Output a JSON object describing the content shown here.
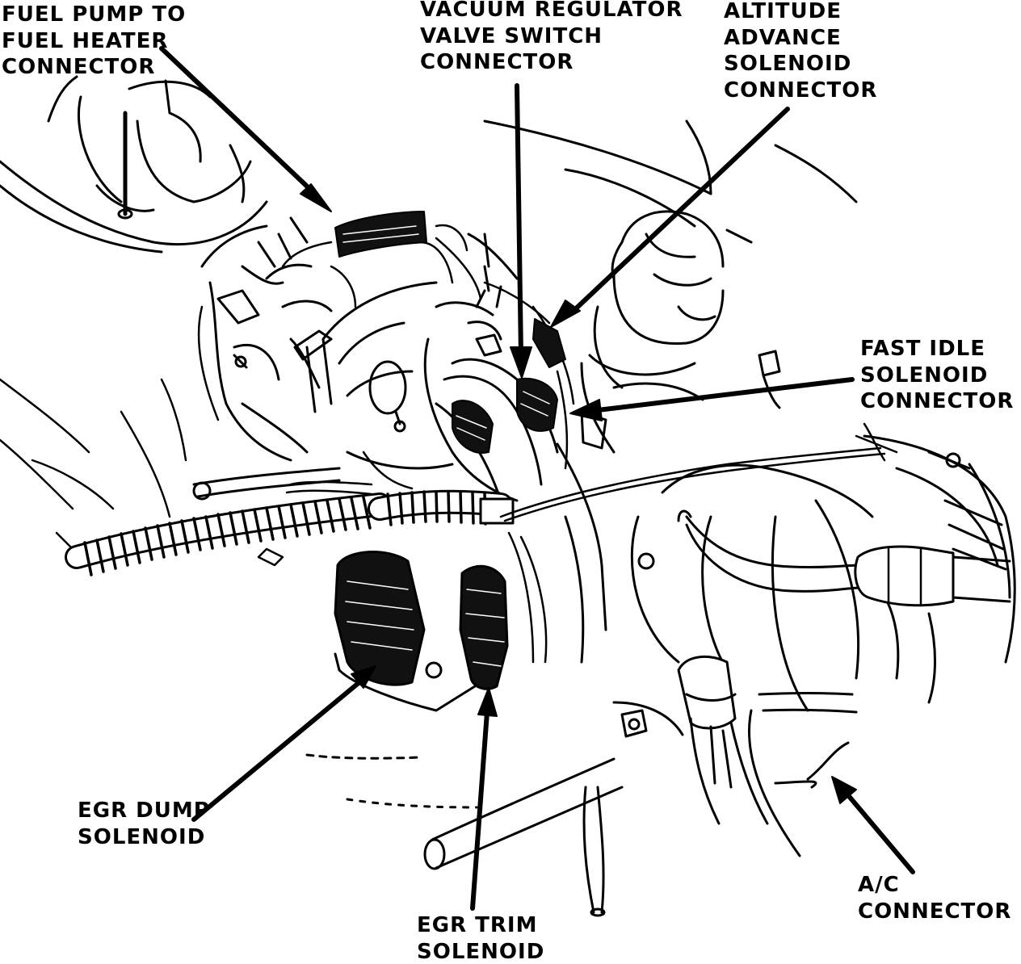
{
  "colors": {
    "ink": "#000000",
    "paper": "#ffffff"
  },
  "labels": {
    "fuel_pump": [
      "FUEL PUMP TO",
      "FUEL HEATER",
      "CONNECTOR"
    ],
    "vacuum_regulator": [
      "VACUUM REGULATOR",
      "VALVE SWITCH",
      "CONNECTOR"
    ],
    "altitude_advance": [
      "ALTITUDE",
      "ADVANCE",
      "SOLENOID",
      "CONNECTOR"
    ],
    "fast_idle": [
      "FAST IDLE",
      "SOLENOID",
      "CONNECTOR"
    ],
    "egr_dump": [
      "EGR DUMP",
      "SOLENOID"
    ],
    "egr_trim": [
      "EGR TRIM",
      "SOLENOID"
    ],
    "ac_connector": [
      "A/C",
      "CONNECTOR"
    ]
  }
}
